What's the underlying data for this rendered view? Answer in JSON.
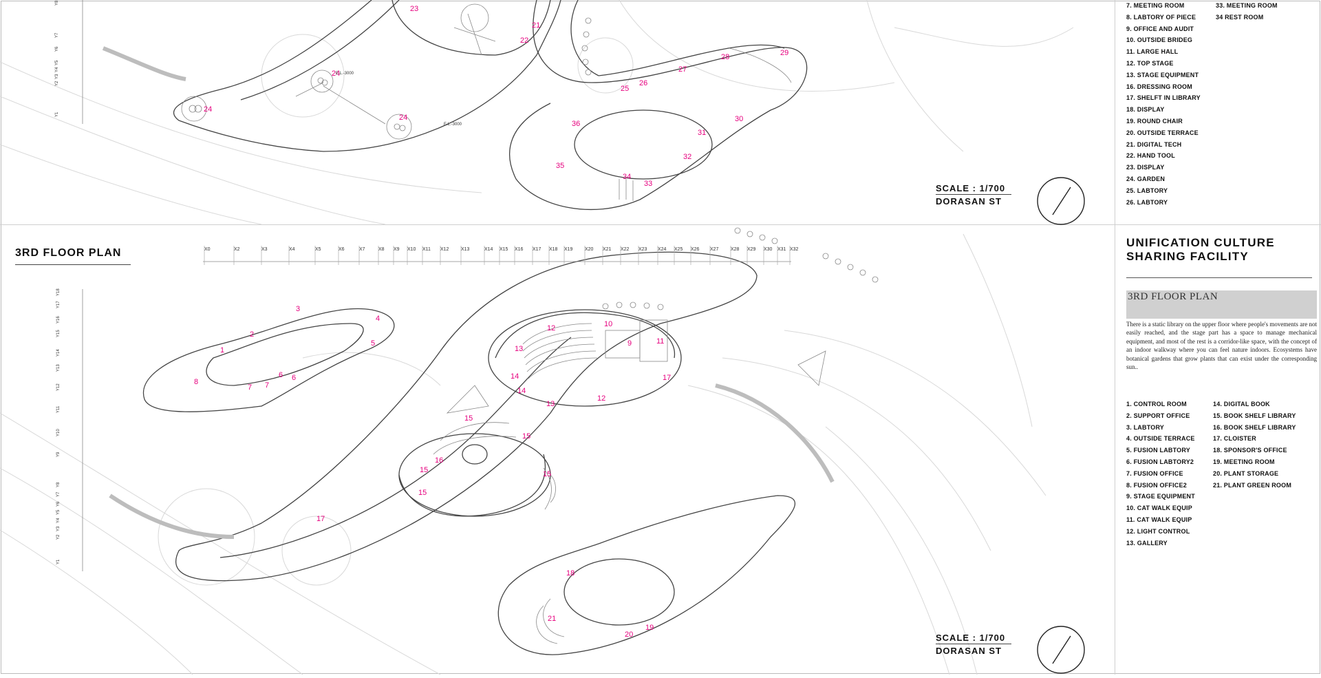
{
  "top_legend": {
    "col1": [
      "7. MEETING ROOM",
      "8. LABTORY OF PIECE",
      "9. OFFICE AND AUDIT",
      "10. OUTSIDE BRIDEG",
      "11. LARGE HALL",
      "12. TOP STAGE",
      "13. STAGE EQUIPMENT",
      "16. DRESSING ROOM",
      "17. SHELFT IN LIBRARY",
      "18. DISPLAY",
      "19. ROUND CHAIR",
      "20. OUTSIDE TERRACE",
      "21. DIGITAL TECH",
      "22. HAND TOOL",
      "23. DISPLAY",
      "24. GARDEN",
      "25. LABTORY",
      "26. LABTORY"
    ],
    "col2": [
      "33. MEETING ROOM",
      "34 REST ROOM"
    ]
  },
  "facility_title": [
    "UNIFICATION CULTURE",
    "SHARING FACILITY"
  ],
  "floor_heading": "3RD FLOOR PLAN",
  "description": "There is a static library on the upper floor where people's movements are not easily reached, and the stage part has a space to manage mechanical equipment, and most of the rest is a corridor-like space, with the concept of an indoor walkway where you can feel nature indoors. Ecosystems have botanical gardens that grow plants that can exist under the corresponding sun..",
  "bottom_legend": {
    "col1": [
      "1. CONTROL ROOM",
      "2. SUPPORT OFFICE",
      "3. LABTORY",
      "4. OUTSIDE TERRACE",
      "5. FUSION LABTORY",
      "6. FUSION LABTORY2",
      "7. FUSION OFFICE",
      "8. FUSION OFFICE2",
      "9. STAGE EQUIPMENT",
      "10. CAT WALK EQUIP",
      "11. CAT WALK EQUIP",
      "12. LIGHT CONTROL",
      "13. GALLERY"
    ],
    "col2": [
      "14. DIGITAL BOOK",
      "15. BOOK SHELF LIBRARY",
      "16. BOOK SHELF LIBRARY",
      "17. CLOISTER",
      "18. SPONSOR'S OFFICE",
      "19. MEETING ROOM",
      "20. PLANT STORAGE",
      "21. PLANT GREEN ROOM"
    ]
  },
  "plan_title": "3RD FLOOR PLAN",
  "scale_top": {
    "scale": "SCALE : 1/700",
    "street": "DORASAN ST"
  },
  "scale_bottom": {
    "scale": "SCALE : 1/700",
    "street": "DORASAN ST"
  },
  "elevation_labels": [
    "E.L.-3000",
    "E.L.-3000"
  ],
  "grid_x": [
    "X0",
    "X2",
    "X3",
    "X4",
    "X5",
    "X6",
    "X7",
    "X8",
    "X9",
    "X10",
    "X11",
    "X12",
    "X13",
    "X14",
    "X15",
    "X16",
    "X17",
    "X18",
    "X19",
    "X20",
    "X21",
    "X22",
    "X23",
    "X24",
    "X25",
    "X26",
    "X27",
    "X28",
    "X29",
    "X30",
    "X31",
    "X32"
  ],
  "grid_y_top": [
    "Y8",
    "Y7",
    "Y6",
    "Y5",
    "Y4",
    "Y3",
    "Y2",
    "Y1"
  ],
  "grid_y_bottom": [
    "Y18",
    "Y17",
    "Y16",
    "Y15",
    "Y14",
    "Y13",
    "Y12",
    "Y11",
    "Y10",
    "Y9",
    "Y8",
    "Y7",
    "Y6",
    "Y5",
    "Y4",
    "Y3",
    "Y2",
    "Y1"
  ],
  "room_numbers_top": [
    "23",
    "21",
    "22",
    "24",
    "24",
    "24",
    "25",
    "26",
    "27",
    "28",
    "29",
    "30",
    "31",
    "32",
    "33",
    "34",
    "35",
    "36"
  ],
  "room_numbers_bottom": [
    "1",
    "2",
    "3",
    "4",
    "5",
    "6",
    "6",
    "7",
    "7",
    "8",
    "9",
    "10",
    "11",
    "12",
    "12",
    "13",
    "13",
    "14",
    "14",
    "15",
    "15",
    "15",
    "15",
    "15",
    "16",
    "17",
    "17",
    "18",
    "19",
    "20",
    "21"
  ],
  "colors": {
    "room_number": "#e6007e",
    "line": "#444444",
    "faint_line": "#cccccc"
  }
}
